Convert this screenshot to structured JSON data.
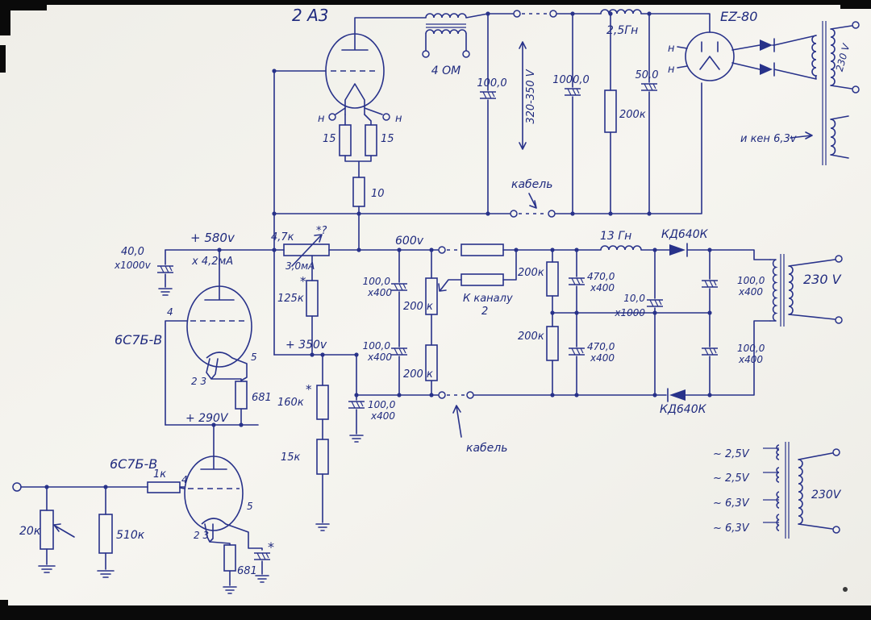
{
  "meta": {
    "kind": "hand-drawn tube amplifier schematic photo"
  },
  "colors": {
    "ink": "#28328a",
    "paper": "#f4f3ee",
    "border": "#0a0a0a"
  },
  "labels": {
    "tube_2a3": "2 А3",
    "opt_sec": "4 ОМ",
    "cap_100_top": "100,0",
    "cap_1000_top": "1000,0",
    "res_200k_top": "200к",
    "cap_50_top": "50,0",
    "choke_25": "2,5Гн",
    "tube_ez80": "EZ-80",
    "heater_top_1": "н",
    "heater_top_2": "н",
    "v230_top": "230 V",
    "ken_63": "и кен 6,3v",
    "v320_350": "320-350 V",
    "heater_2a3_l": "н",
    "heater_2a3_r": "н",
    "res_15_l": "15",
    "res_15_r": "15",
    "res_10": "10",
    "cable_top": "кабель",
    "v580": "+ 580v",
    "res_47k": "4,7к",
    "star_q": "*?",
    "ma_30": "3,0мА",
    "cap_40": "40,0",
    "cap_40_v": "х1000v",
    "ma_42": "х 4,2мА",
    "v600": "600v",
    "res_125k": "125к",
    "star_125": "*",
    "cap_100_a1": "100,0",
    "cap_100_a1v": "х400",
    "res_200k_m1": "200 к",
    "to_channel": "К каналу",
    "to_channel_2": "2",
    "res_200k_r1": "200к",
    "choke_13": "13 Гн",
    "diode_top": "КД640К",
    "cap_470_1": "470,0",
    "cap_470_1v": "х400",
    "cap_10": "10,0",
    "cap_10_v": "х1000",
    "cap_100_r1": "100,0",
    "cap_100_r1v": "х400",
    "v230_mid": "230 V",
    "tube_6s7_1": "6С7Б-В",
    "pin4_1": "4",
    "pin5_1": "5",
    "pin23_1": "2 3",
    "res_681_1": "681",
    "v350": "+ 350v",
    "cap_100_a2": "100,0",
    "cap_100_a2v": "х400",
    "res_200k_m2": "200 к",
    "res_200k_r2": "200к",
    "cap_470_2": "470,0",
    "cap_470_2v": "х400",
    "cap_100_r2": "100,0",
    "cap_100_r2v": "х400",
    "diode_bot": "КД640К",
    "v290": "+ 290V",
    "res_160k": "160к",
    "star_160": "*",
    "cap_100_c3": "100,0",
    "cap_100_c3v": "х400",
    "cable_bot": "кабель",
    "res_15k": "15к",
    "tube_6s7_2": "6С7Б-В",
    "res_1k": "1к",
    "pin4_2": "4",
    "pin5_2": "5",
    "pin23_2": "2 3",
    "res_681_2": "681",
    "star_cap": "*",
    "res_20k": "20к",
    "res_510k": "510к",
    "w_25a": "~ 2,5V",
    "w_25b": "~ 2,5V",
    "w_63a": "~ 6,3V",
    "w_63b": "~ 6,3V",
    "v230_bot": "230V"
  }
}
